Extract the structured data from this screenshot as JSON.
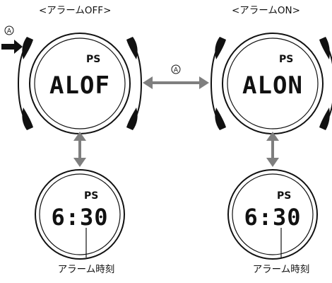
{
  "captions": {
    "alarm_off_title": "<アラームOFF>",
    "alarm_on_title": "<アラームON>"
  },
  "button": {
    "symbol": "A"
  },
  "watches": {
    "top_left": {
      "mode_indicator": "PS",
      "display": "ALOF"
    },
    "top_right": {
      "mode_indicator": "PS",
      "display": "ALON"
    },
    "bottom_left": {
      "mode_indicator": "PS",
      "display": "6:30"
    },
    "bottom_right": {
      "mode_indicator": "PS",
      "display": "6:30"
    }
  },
  "labels": {
    "alarm_time_left": "アラーム時刻",
    "alarm_time_right": "アラーム時刻"
  },
  "colors": {
    "arrow_gray": "#7f7f7f",
    "ink": "#111111"
  }
}
